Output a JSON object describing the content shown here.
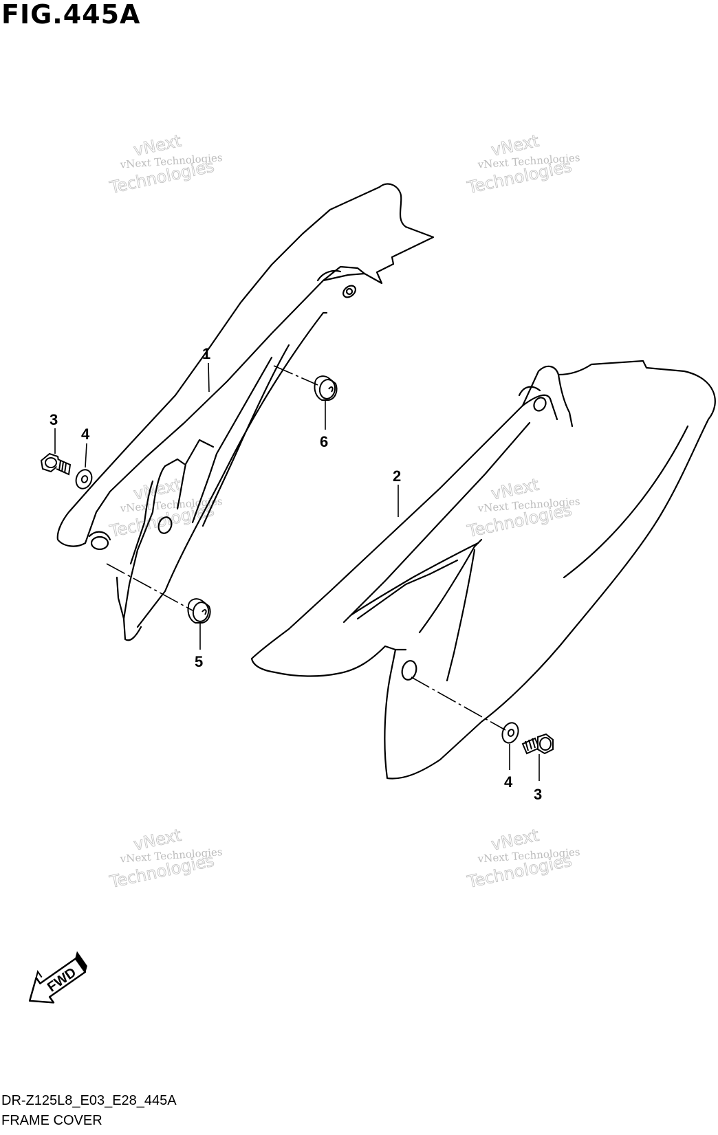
{
  "header": {
    "figure_title": "FIG.445A"
  },
  "diagram": {
    "callouts": {
      "part_1": "1",
      "part_2": "2",
      "part_3_left": "3",
      "part_4_left": "4",
      "part_5": "5",
      "part_6": "6",
      "part_4_right": "4",
      "part_3_right": "3"
    },
    "direction_arrow": "FWD",
    "watermark": {
      "line1": "vNext",
      "line2": "vNext Technologies",
      "line3": "Technologies"
    }
  },
  "footer": {
    "model_code": "DR-Z125L8_E03_E28_445A",
    "section_name": "FRAME COVER"
  }
}
